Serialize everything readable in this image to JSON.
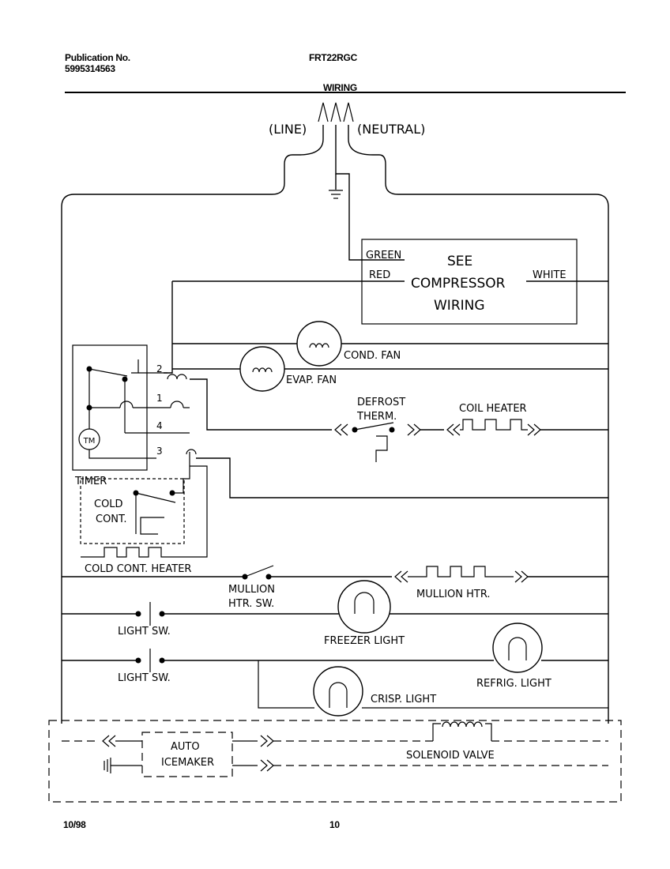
{
  "header": {
    "publication_label": "Publication No.",
    "publication_number": "5995314563",
    "model": "FRT22RGC",
    "section": "WIRING"
  },
  "footer": {
    "date": "10/98",
    "page": "10"
  },
  "labels": {
    "line": "(LINE)",
    "neutral": "(NEUTRAL)",
    "green": "GREEN",
    "red": "RED",
    "white": "WHITE",
    "see": "SEE",
    "compressor": "COMPRESSOR",
    "wiring": "WIRING",
    "cond_fan": "COND. FAN",
    "evap_fan": "EVAP. FAN",
    "defrost": "DEFROST",
    "therm": "THERM.",
    "coil_heater": "COIL HEATER",
    "tm": "TM",
    "timer": "TIMER",
    "cold": "COLD",
    "cont": "CONT.",
    "cold_cont_heater": "COLD CONT. HEATER",
    "term_2": "2",
    "term_1": "1",
    "term_4": "4",
    "term_3": "3",
    "mullion": "MULLION",
    "htr_sw": "HTR. SW.",
    "mullion_htr": "MULLION HTR.",
    "light_sw_1": "LIGHT SW.",
    "light_sw_2": "LIGHT SW.",
    "freezer_light": "FREEZER LIGHT",
    "refrig_light": "REFRIG. LIGHT",
    "crisp_light": "CRISP. LIGHT",
    "auto": "AUTO",
    "icemaker": "ICEMAKER",
    "solenoid_valve": "SOLENOID VALVE"
  }
}
